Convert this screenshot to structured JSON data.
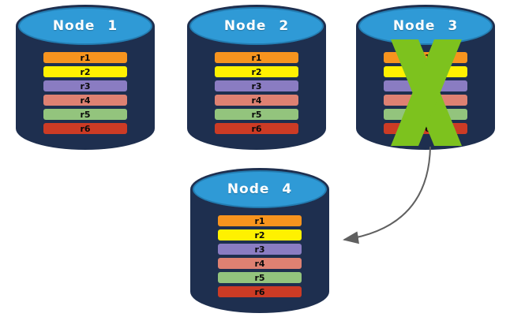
{
  "diagram": {
    "nodes": [
      {
        "label": "Node 1",
        "status": "ok"
      },
      {
        "label": "Node 2",
        "status": "ok"
      },
      {
        "label": "Node 3",
        "status": "failed"
      },
      {
        "label": "Node 4",
        "status": "ok"
      }
    ],
    "records": [
      {
        "label": "r1",
        "color": "#F7941E"
      },
      {
        "label": "r2",
        "color": "#FFF100"
      },
      {
        "label": "r3",
        "color": "#8A7CC2"
      },
      {
        "label": "r4",
        "color": "#DE8172"
      },
      {
        "label": "r5",
        "color": "#93C47D"
      },
      {
        "label": "r6",
        "color": "#CC3B25"
      }
    ],
    "arrow": {
      "from": "Node 3",
      "to": "Node 4",
      "color": "#606060"
    },
    "colors": {
      "cylinder_body": "#1E2F4F",
      "cylinder_top": "#2F9AD6",
      "failure_x": "#7DC21E",
      "background": "#ffffff"
    }
  }
}
